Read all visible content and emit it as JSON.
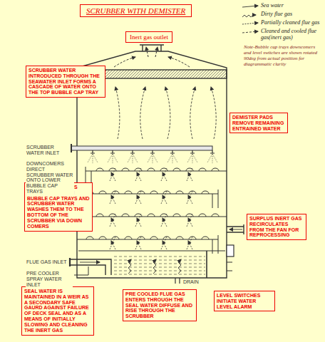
{
  "diagram": {
    "title": "SCRUBBER WITH DEMISTER",
    "nodes": [
      {
        "text": [
          "Inert gas outlet"
        ]
      },
      {
        "text": [
          "SCRUBBER WATER INTRODUCED THROUGH THE SEAWATER INLET FORMS A CASCADE OF WATER ONTO THE TOP BUBBLE CAP TRAY"
        ]
      },
      {
        "text": [
          "DEMISTER PADS REMOVE REMAINING ENTRAINED WATER"
        ]
      },
      {
        "text": [
          "EXTRACTED SOLIDS ACCUMULATED ON BUBBLE CAP TRAYS AND SCRUBBER WATER WASHES THEM TO THE BOTTOM OF THE SCRUBBER VIA DOWN COMERS"
        ]
      },
      {
        "text": [
          "SURPLUS INERT GAS RECIRCULATES FROM THE FAN FOR REPROCESSING"
        ]
      },
      {
        "text": [
          "SEAL WATER IS MAINTAINED IN A WEIR AS A SECONDARY SAFE GAURD AGAINST FAILURE OF DECK SEAL AND AS A MEANS OF INITIALLY SLOWING AND CLEANING THE INERT GAS"
        ]
      },
      {
        "text": [
          "PRE COOLED FLUE GAS ENTERS THROUGH THE SEAL WATER DIFFUSE AND RISE THROUGH THE SCRUBBER"
        ]
      },
      {
        "text": [
          "LEVEL SWITCHES INITIATE WATER LEVEL ALARM"
        ]
      }
    ],
    "labels": [
      "Note-Bubble cap trays downcomers and level switches are shown rotated 90deg from actual position for diagrammatic clarity",
      "SCRUBBER WATER INLET",
      "DOWNCOMERS DIRECT SCRUBBER WATER ONTO LOWER BUBBLE CAP TRAYS",
      "FLUE GAS INLET",
      "PRE COOLER SPRAY WATER INLET",
      "DRAIN"
    ],
    "legend": [
      {
        "text": "Sea water"
      },
      {
        "text": "Dirty flue gas"
      },
      {
        "text": "Partially cleaned flue gas"
      },
      {
        "text": "Cleaned and cooled flue gas(inert gas)"
      }
    ]
  }
}
